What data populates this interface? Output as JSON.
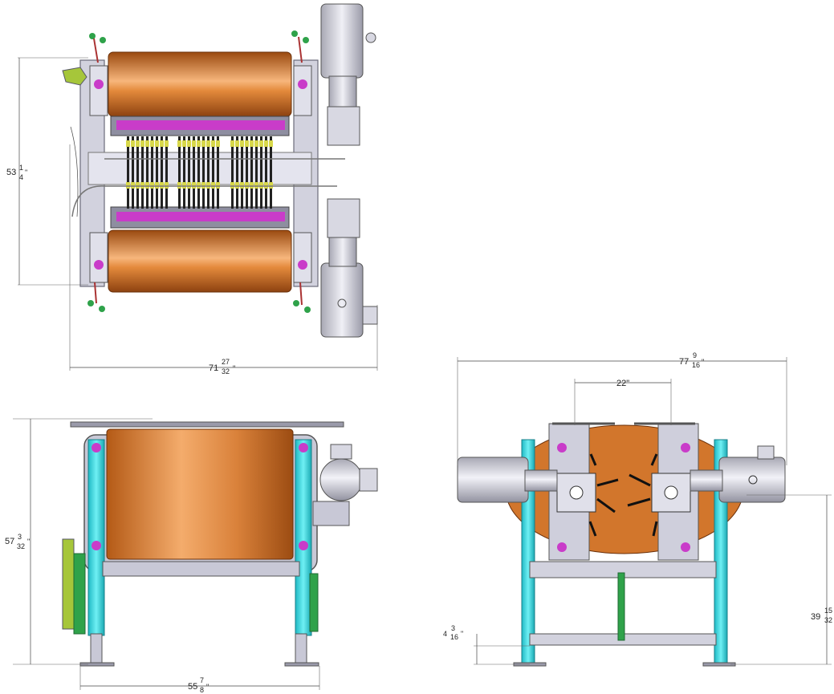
{
  "dimensions": {
    "top_height": {
      "whole": "53",
      "num": "1",
      "den": "4",
      "unit": "\""
    },
    "top_width": {
      "whole": "71",
      "num": "27",
      "den": "32",
      "unit": "\""
    },
    "side_height": {
      "whole": "57",
      "num": "3",
      "den": "32",
      "unit": "\""
    },
    "side_width": {
      "whole": "55",
      "num": "7",
      "den": "8",
      "unit": "\""
    },
    "end_width": {
      "whole": "77",
      "num": "9",
      "den": "16",
      "unit": "\""
    },
    "end_spacing": {
      "text": "22\""
    },
    "end_leg_height": {
      "whole": "4",
      "num": "3",
      "den": "16",
      "unit": "\""
    },
    "end_motor_height": {
      "whole": "39",
      "num": "15",
      "den": "32",
      "unit": "\""
    }
  },
  "colors": {
    "drum_dark": "#a24e12",
    "drum_light": "#f5b37a",
    "frame": "#cfcfdc",
    "teal": "#2ed6de",
    "motor": "#d4d4dc",
    "magenta": "#c93cc9",
    "green": "#2fa24a",
    "yellow_green": "#a6c63a"
  }
}
